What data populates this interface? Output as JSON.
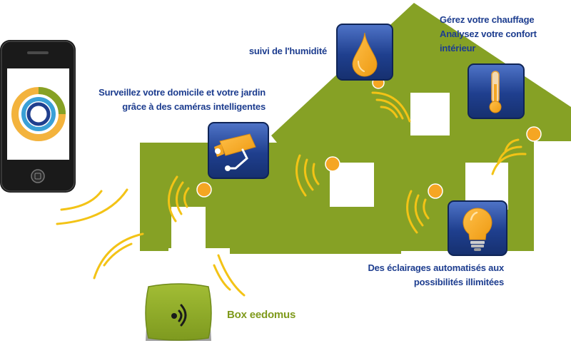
{
  "labels": {
    "cameras_line1": "Surveillez votre domicile et votre jardin",
    "cameras_line2": "grâce à des caméras intelligentes",
    "humidity": "suivi de l'humidité",
    "heating_line1": "Gérez votre chauffage",
    "heating_line2": "Analysez votre confort",
    "heating_line3": "intérieur",
    "lighting_line1": "Des éclairages automatisés aux",
    "lighting_line2": "possibilités illimitées",
    "box": "Box eedomus"
  },
  "icons": [
    "smartphone-icon",
    "camera-icon",
    "water-drop-icon",
    "thermometer-icon",
    "light-bulb-icon",
    "wifi-icon"
  ],
  "colors": {
    "house": "#86a125",
    "house_dark": "#6f8a1a",
    "icon_tile": "#1f3f8e",
    "icon_tile_light": "#4f74c8",
    "accent_orange": "#f5a623",
    "wave_yellow": "#f3c316",
    "text_blue": "#1d3d8f",
    "text_green": "#7f9a1c"
  }
}
